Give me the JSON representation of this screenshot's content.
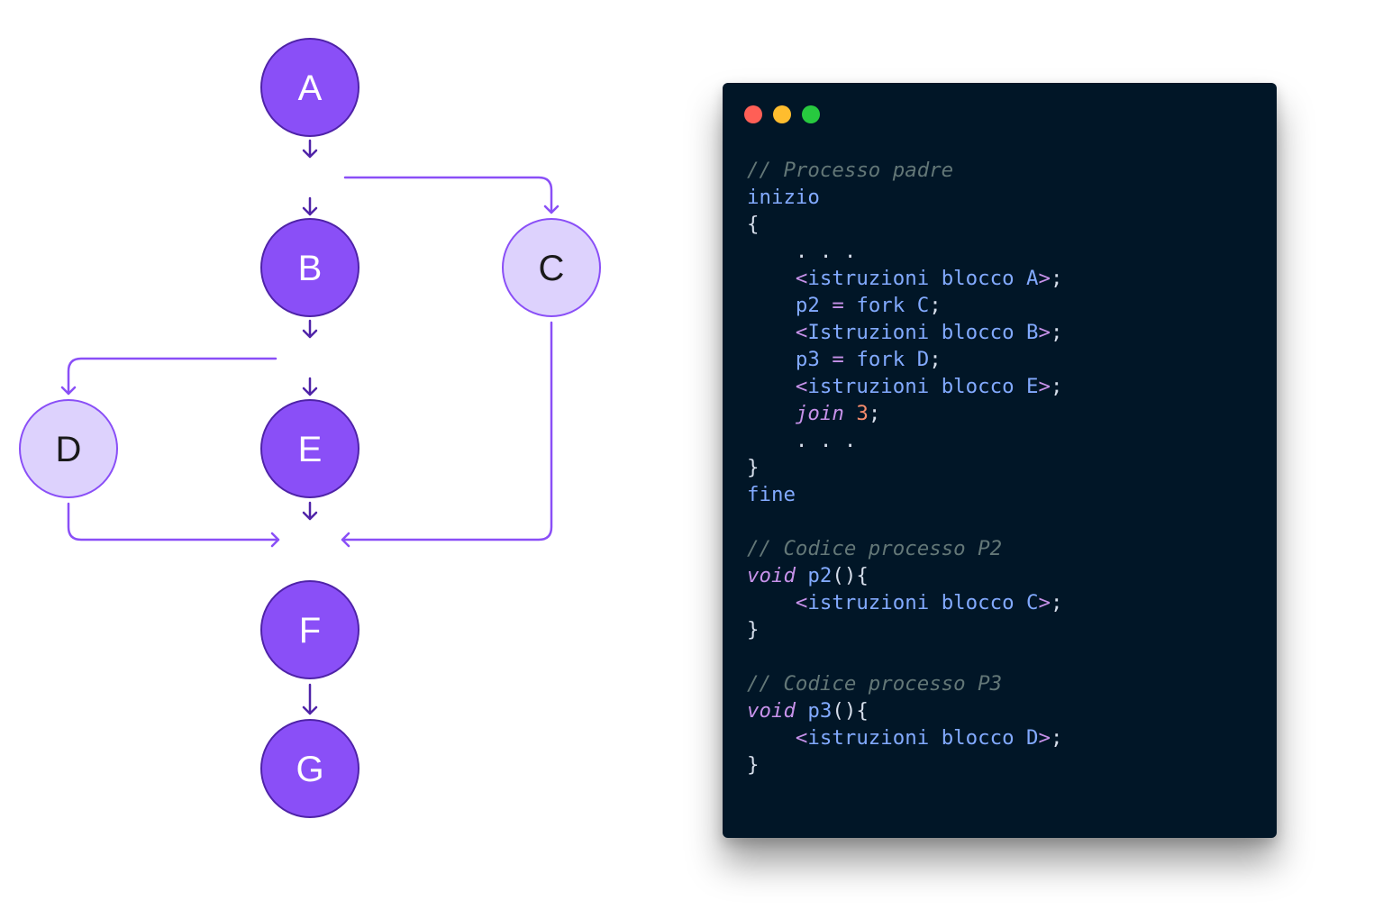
{
  "diagram": {
    "colors": {
      "dark_fill": "#8a4ff7",
      "dark_stroke": "#4f23a8",
      "light_fill": "#ddd2fd",
      "light_stroke": "#8a4ff7",
      "edge": "#8a4ff7",
      "short_arrow": "#4f23a8",
      "dark_label": "#ffffff",
      "light_label": "#1a1a1a"
    },
    "nodes": [
      {
        "id": "a",
        "label": "A",
        "style": "dark"
      },
      {
        "id": "b",
        "label": "B",
        "style": "dark"
      },
      {
        "id": "c",
        "label": "C",
        "style": "light"
      },
      {
        "id": "d",
        "label": "D",
        "style": "light"
      },
      {
        "id": "e",
        "label": "E",
        "style": "dark"
      },
      {
        "id": "f",
        "label": "F",
        "style": "dark"
      },
      {
        "id": "g",
        "label": "G",
        "style": "dark"
      }
    ],
    "edges": [
      {
        "from": "A",
        "to": "B"
      },
      {
        "from": "A",
        "to": "C"
      },
      {
        "from": "B",
        "to": "E"
      },
      {
        "from": "B",
        "to": "D"
      },
      {
        "from": "E",
        "to": "F"
      },
      {
        "from": "D",
        "to": "F"
      },
      {
        "from": "C",
        "to": "F"
      },
      {
        "from": "F",
        "to": "G"
      }
    ]
  },
  "code_window": {
    "background": "#011627",
    "buttons": [
      {
        "name": "close",
        "color": "#ff5f56"
      },
      {
        "name": "minimize",
        "color": "#ffbd2e"
      },
      {
        "name": "maximize",
        "color": "#27c93f"
      }
    ],
    "lines": [
      [
        {
          "t": "comment",
          "v": "// Processo padre"
        }
      ],
      [
        {
          "t": "ident",
          "v": "inizio"
        }
      ],
      [
        {
          "t": "punct",
          "v": "{"
        }
      ],
      [
        {
          "t": "text",
          "v": "    . . ."
        }
      ],
      [
        {
          "t": "text",
          "v": "    "
        },
        {
          "t": "op",
          "v": "<"
        },
        {
          "t": "ident",
          "v": "istruzioni blocco A"
        },
        {
          "t": "op",
          "v": ">"
        },
        {
          "t": "punct",
          "v": ";"
        }
      ],
      [
        {
          "t": "text",
          "v": "    "
        },
        {
          "t": "ident",
          "v": "p2"
        },
        {
          "t": "text",
          "v": " "
        },
        {
          "t": "op",
          "v": "="
        },
        {
          "t": "text",
          "v": " "
        },
        {
          "t": "ident",
          "v": "fork C"
        },
        {
          "t": "punct",
          "v": ";"
        }
      ],
      [
        {
          "t": "text",
          "v": "    "
        },
        {
          "t": "op",
          "v": "<"
        },
        {
          "t": "ident",
          "v": "Istruzioni blocco B"
        },
        {
          "t": "op",
          "v": ">"
        },
        {
          "t": "punct",
          "v": ";"
        }
      ],
      [
        {
          "t": "text",
          "v": "    "
        },
        {
          "t": "ident",
          "v": "p3"
        },
        {
          "t": "text",
          "v": " "
        },
        {
          "t": "op",
          "v": "="
        },
        {
          "t": "text",
          "v": " "
        },
        {
          "t": "ident",
          "v": "fork D"
        },
        {
          "t": "punct",
          "v": ";"
        }
      ],
      [
        {
          "t": "text",
          "v": "    "
        },
        {
          "t": "op",
          "v": "<"
        },
        {
          "t": "ident",
          "v": "istruzioni blocco E"
        },
        {
          "t": "op",
          "v": ">"
        },
        {
          "t": "punct",
          "v": ";"
        }
      ],
      [
        {
          "t": "text",
          "v": "    "
        },
        {
          "t": "kw",
          "v": "join"
        },
        {
          "t": "text",
          "v": " "
        },
        {
          "t": "num",
          "v": "3"
        },
        {
          "t": "punct",
          "v": ";"
        }
      ],
      [
        {
          "t": "text",
          "v": "    . . ."
        }
      ],
      [
        {
          "t": "punct",
          "v": "}"
        }
      ],
      [
        {
          "t": "ident",
          "v": "fine"
        }
      ],
      [],
      [
        {
          "t": "comment",
          "v": "// Codice processo P2"
        }
      ],
      [
        {
          "t": "kw",
          "v": "void"
        },
        {
          "t": "text",
          "v": " "
        },
        {
          "t": "ident",
          "v": "p2"
        },
        {
          "t": "punct",
          "v": "(){"
        }
      ],
      [
        {
          "t": "text",
          "v": "    "
        },
        {
          "t": "op",
          "v": "<"
        },
        {
          "t": "ident",
          "v": "istruzioni blocco C"
        },
        {
          "t": "op",
          "v": ">"
        },
        {
          "t": "punct",
          "v": ";"
        }
      ],
      [
        {
          "t": "punct",
          "v": "}"
        }
      ],
      [],
      [
        {
          "t": "comment",
          "v": "// Codice processo P3"
        }
      ],
      [
        {
          "t": "kw",
          "v": "void"
        },
        {
          "t": "text",
          "v": " "
        },
        {
          "t": "ident",
          "v": "p3"
        },
        {
          "t": "punct",
          "v": "(){"
        }
      ],
      [
        {
          "t": "text",
          "v": "    "
        },
        {
          "t": "op",
          "v": "<"
        },
        {
          "t": "ident",
          "v": "istruzioni blocco D"
        },
        {
          "t": "op",
          "v": ">"
        },
        {
          "t": "punct",
          "v": ";"
        }
      ],
      [
        {
          "t": "punct",
          "v": "}"
        }
      ]
    ]
  }
}
